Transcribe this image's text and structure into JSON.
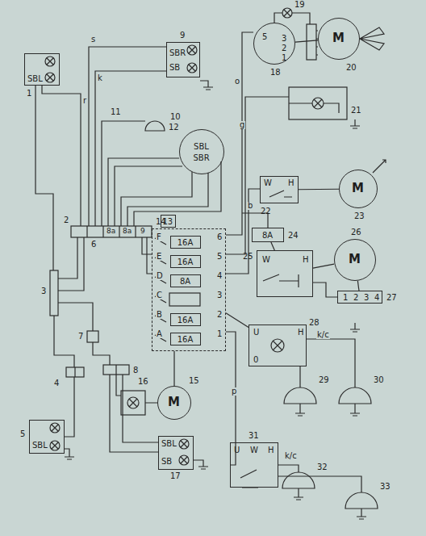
{
  "diagram": {
    "nodes": [
      {
        "text": [
          "14"
        ]
      },
      {
        "text": [
          "16A"
        ],
        "in": 0
      },
      {
        "text": [
          "16A"
        ],
        "in": 0
      },
      {
        "text": [
          "8A"
        ],
        "in": 0
      },
      {
        "text": [
          "16A"
        ],
        "in": 0
      },
      {
        "text": [
          "16A"
        ],
        "in": 0
      },
      {
        "text": [
          "8A",
          "24"
        ]
      },
      {
        "text": [
          "M",
          "15"
        ]
      },
      {
        "text": [
          "M",
          "20"
        ]
      },
      {
        "text": [
          "M",
          "23"
        ]
      },
      {
        "text": [
          "M",
          "26"
        ]
      },
      {
        "text": [
          "1",
          "2",
          "3",
          "4",
          "27"
        ]
      },
      {
        "text": [
          "W",
          "H",
          "22"
        ]
      },
      {
        "text": [
          "W",
          "H",
          "25"
        ]
      },
      {
        "text": [
          "U",
          "H",
          "0",
          "28"
        ]
      },
      {
        "text": [
          "U",
          "W",
          "H",
          "31"
        ]
      },
      {
        "text": [
          "5",
          "3",
          "2",
          "1",
          "18"
        ]
      },
      {
        "text": [
          "SBL",
          "1"
        ]
      },
      {
        "text": [
          "SBR",
          "SB",
          "9"
        ]
      },
      {
        "text": [
          "SBL",
          "5"
        ]
      },
      {
        "text": [
          "SBL",
          "SB",
          "17"
        ]
      },
      {
        "text": [
          "SBL",
          "SBR",
          "12"
        ]
      },
      {
        "text": [
          "13"
        ]
      }
    ],
    "edges": [
      {
        "from": 12,
        "to": 9,
        "arrow": "none"
      },
      {
        "from": 10,
        "to": 11,
        "arrow": "none"
      },
      {
        "from": 16,
        "to": 8,
        "arrow": "none"
      },
      {
        "from": 6,
        "to": 13,
        "arrow": "none"
      },
      {
        "from": 0,
        "to": 14,
        "arrow": "none"
      },
      {
        "from": 13,
        "to": 10,
        "arrow": "none"
      }
    ],
    "labels": [
      "2",
      "3",
      "4",
      "6",
      "7",
      "8",
      "10",
      "11",
      "16",
      "19",
      "21",
      "29",
      "30",
      "32",
      "33",
      "F",
      "E",
      "D",
      "C",
      "B",
      "A",
      "6",
      "5",
      "4",
      "3",
      "2",
      "1",
      "8a",
      "8a",
      "9",
      "r",
      "s",
      "k",
      "o",
      "g",
      "b",
      "p",
      "k/c",
      "k/c"
    ]
  }
}
